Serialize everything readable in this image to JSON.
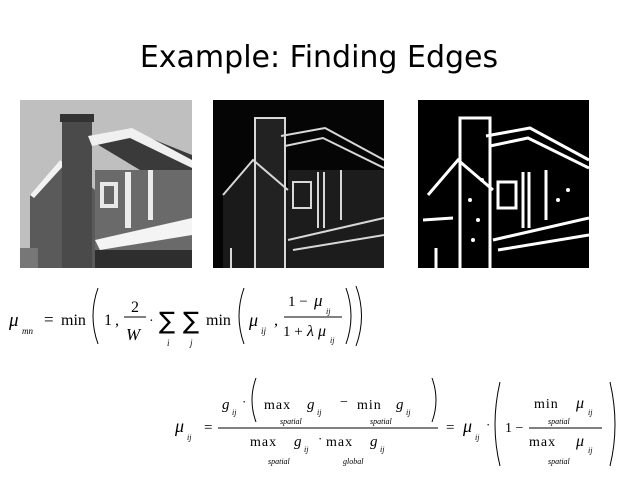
{
  "slide": {
    "title": "Example: Finding Edges"
  },
  "images": [
    {
      "name": "original-house-image"
    },
    {
      "name": "gradient-house-image"
    },
    {
      "name": "binary-edges-house-image"
    }
  ],
  "formula1": {
    "mu": "μ",
    "mn": "mn",
    "eq": "=",
    "min": "min",
    "one": "1",
    "comma": ",",
    "two": "2",
    "W": "W",
    "dot": "·",
    "sum": "∑",
    "i": "i",
    "j": "j",
    "ij": "ij",
    "oneminus": "1 −",
    "oneplus": "1 +",
    "lambda": "λ"
  },
  "formula2": {
    "mu": "μ",
    "ij": "ij",
    "eq": "=",
    "g": "g",
    "max": "max",
    "min": "min",
    "minus": "−",
    "dot": "·",
    "spatial": "spatial",
    "global": "global",
    "oneminus": "1 −"
  }
}
